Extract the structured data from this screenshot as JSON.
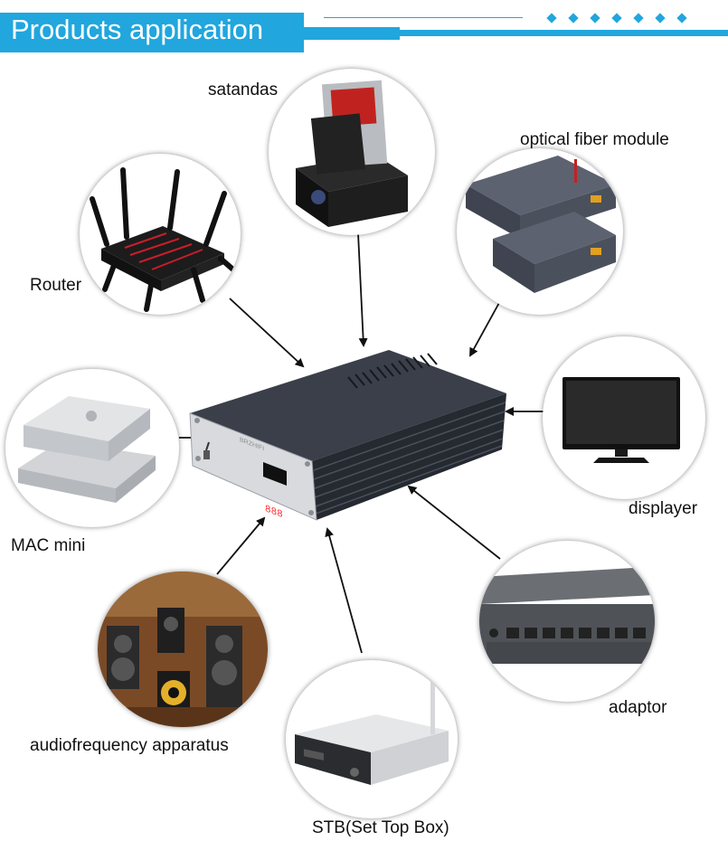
{
  "header": {
    "title": "Products application",
    "accent_color": "#21a6de"
  },
  "labels": {
    "satandas": "satandas",
    "optical": "optical fiber module",
    "router": "Router",
    "displayer": "displayer",
    "mac": "MAC mini",
    "adaptor": "adaptor",
    "audio": "audiofrequency apparatus",
    "stb": "STB(Set Top Box)"
  },
  "device": {
    "panel_brand": "BRZHIFI",
    "display_digits": "888"
  },
  "icons": {
    "dock": "hdd-dock-icon",
    "optical": "optical-fiber-module-icon",
    "router": "router-icon",
    "monitor": "monitor-icon",
    "mac": "mac-mini-icon",
    "switch": "network-switch-icon",
    "audio": "speakers-icon",
    "stb": "set-top-box-icon",
    "psu": "power-supply-icon"
  }
}
